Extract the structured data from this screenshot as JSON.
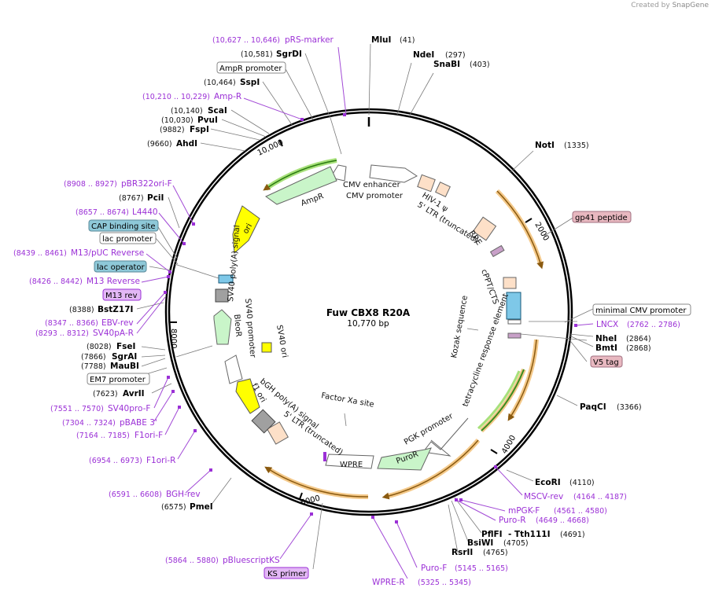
{
  "credit": {
    "prefix": "Created by",
    "brand": "SnapGene"
  },
  "plasmid": {
    "name": "Fuw CBX8 R20A",
    "size": "10,770 bp"
  },
  "ticks": [
    "2000",
    "4000",
    "6000",
    "8000",
    "10,000"
  ],
  "enzymes": [
    {
      "name": "MluI",
      "pos": "(41)"
    },
    {
      "name": "NdeI",
      "pos": "(297)"
    },
    {
      "name": "SnaBI",
      "pos": "(403)"
    },
    {
      "name": "NotI",
      "pos": "(1335)"
    },
    {
      "name": "NheI",
      "pos": "(2864)"
    },
    {
      "name": "BmtI",
      "pos": "(2868)"
    },
    {
      "name": "PaqCI",
      "pos": "(3366)"
    },
    {
      "name": "EcoRI",
      "pos": "(4110)"
    },
    {
      "name": "PflFI",
      "pos": ""
    },
    {
      "name": "- Tth111I",
      "pos": "(4691)"
    },
    {
      "name": "BsiWI",
      "pos": "(4705)"
    },
    {
      "name": "RsrII",
      "pos": "(4765)"
    },
    {
      "name": "PmeI",
      "pos": "(6575)"
    },
    {
      "name": "AvrII",
      "pos": "(7623)"
    },
    {
      "name": "MauBI",
      "pos": "(7788)"
    },
    {
      "name": "SgrAI",
      "pos": "(7866)"
    },
    {
      "name": "FseI",
      "pos": "(8028)"
    },
    {
      "name": "BstZ17I",
      "pos": "(8388)"
    },
    {
      "name": "PciI",
      "pos": "(8767)"
    },
    {
      "name": "AhdI",
      "pos": "(9660)"
    },
    {
      "name": "FspI",
      "pos": "(9882)"
    },
    {
      "name": "PvuI",
      "pos": "(10,030)"
    },
    {
      "name": "ScaI",
      "pos": "(10,140)"
    },
    {
      "name": "SspI",
      "pos": "(10,464)"
    },
    {
      "name": "SgrDI",
      "pos": "(10,581)"
    }
  ],
  "primers": [
    {
      "name": "pRS-marker",
      "pos": "(10,627 .. 10,646)"
    },
    {
      "name": "Amp-R",
      "pos": "(10,210 .. 10,229)"
    },
    {
      "name": "pBR322ori-F",
      "pos": "(8908 .. 8927)"
    },
    {
      "name": "L4440",
      "pos": "(8657 .. 8674)"
    },
    {
      "name": "M13/pUC Reverse",
      "pos": "(8439 .. 8461)"
    },
    {
      "name": "M13 Reverse",
      "pos": "(8426 .. 8442)"
    },
    {
      "name": "EBV-rev",
      "pos": "(8347 .. 8366)"
    },
    {
      "name": "SV40pA-R",
      "pos": "(8293 .. 8312)"
    },
    {
      "name": "SV40pro-F",
      "pos": "(7551 .. 7570)"
    },
    {
      "name": "pBABE 3'",
      "pos": "(7304 .. 7324)"
    },
    {
      "name": "F1ori-F",
      "pos": "(7164 .. 7185)"
    },
    {
      "name": "F1ori-R",
      "pos": "(6954 .. 6973)"
    },
    {
      "name": "BGH-rev",
      "pos": "(6591 .. 6608)"
    },
    {
      "name": "pBluescriptKS",
      "pos": "(5864 .. 5880)"
    },
    {
      "name": "WPRE-R",
      "pos": "(5325 .. 5345)"
    },
    {
      "name": "Puro-F",
      "pos": "(5145 .. 5165)"
    },
    {
      "name": "Puro-R",
      "pos": "(4649 .. 4668)"
    },
    {
      "name": "mPGK-F",
      "pos": "(4561 .. 4580)"
    },
    {
      "name": "MSCV-rev",
      "pos": "(4164 .. 4187)"
    },
    {
      "name": "LNCX",
      "pos": "(2762 .. 2786)"
    }
  ],
  "boxed_features": [
    {
      "name": "AmpR promoter",
      "style": "white"
    },
    {
      "name": "CAP binding site",
      "style": "teal"
    },
    {
      "name": "lac promoter",
      "style": "white"
    },
    {
      "name": "lac operator",
      "style": "teal"
    },
    {
      "name": "M13 rev",
      "style": "purple"
    },
    {
      "name": "EM7 promoter",
      "style": "white"
    },
    {
      "name": "KS primer",
      "style": "purple"
    },
    {
      "name": "gp41 peptide",
      "style": "pink"
    },
    {
      "name": "minimal CMV promoter",
      "style": "white"
    },
    {
      "name": "V5 tag",
      "style": "pink"
    }
  ],
  "features": [
    "CMV enhancer",
    "CMV promoter",
    "HIV-1 ψ",
    "5' LTR (truncated)",
    "RRE",
    "cPPT/CTS",
    "Kozak sequence",
    "tetracycline response element",
    "PGK promoter",
    "PuroR",
    "WPRE",
    "Factor Xa site",
    "5' LTR (truncated)",
    "bGH poly(A) signal",
    "f1 ori",
    "SV40 ori",
    "SV40 promoter",
    "BleoR",
    "SV40 poly(A) signal",
    "ori",
    "AmpR"
  ],
  "colors": {
    "primer": "#9b30d6",
    "orf": "#f4a340",
    "ampr": "#c9f5c9",
    "ori": "#ffff00"
  }
}
